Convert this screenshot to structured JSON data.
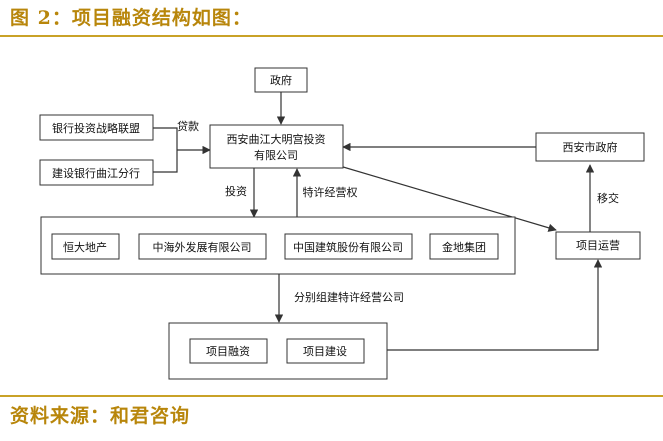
{
  "title": "图 2：项目融资结构如图：",
  "source": "资料来源：和君咨询",
  "nodes": {
    "government": "政府",
    "bank_alliance": "银行投资战略联盟",
    "ccb_qujiang": "建设银行曲江分行",
    "company_line1": "西安曲江大明宫投资",
    "company_line2": "有限公司",
    "xian_gov": "西安市政府",
    "hengda": "恒大地产",
    "zhonghai": "中海外发展有限公司",
    "cscec": "中国建筑股份有限公司",
    "jindi": "金地集团",
    "project_ops": "项目运营",
    "project_finance": "项目融资",
    "project_build": "项目建设"
  },
  "edges": {
    "loan": "贷款",
    "invest": "投资",
    "franchise": "特许经营权",
    "transfer": "移交",
    "spv": "分别组建特许经营公司"
  }
}
